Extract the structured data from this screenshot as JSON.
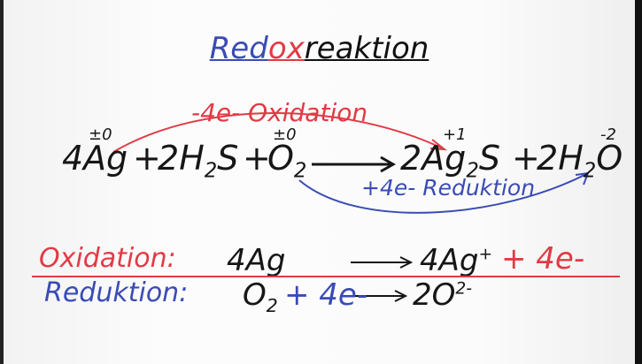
{
  "title": {
    "part1": "Red",
    "part2": "ox",
    "part3": "reaktion"
  },
  "arrows": {
    "oxidation_label": "-4e- Oxidation",
    "reduction_label": "+4e- Reduktion"
  },
  "equation": {
    "ag_coef": "4",
    "ag": "Ag",
    "ag_ox": "±0",
    "plus1": "+",
    "h2s_coef": "2",
    "h2s_h": "H",
    "h2s_sub": "2",
    "h2s_s": "S",
    "plus2": "+",
    "o2": "O",
    "o2_sub": "2",
    "o2_ox": "±0",
    "prod_coef": "2",
    "ag2s_ag": "Ag",
    "ag2s_sub": "2",
    "ag2s_s": "S",
    "ag2s_ox": "+1",
    "plus3": "+",
    "h2o_coef": "2",
    "h2o_h": "H",
    "h2o_sub": "2",
    "h2o_o": "O",
    "h2o_ox": "-2"
  },
  "half_reactions": {
    "ox_label": "Oxidation:",
    "ox_lhs": "4Ag",
    "ox_rhs": "4Ag",
    "ox_rhs_charge": "+",
    "ox_electrons": "+ 4e-",
    "red_label": "Reduktion:",
    "red_o": "O",
    "red_o_sub": "2",
    "red_electrons": "+ 4e-",
    "red_product": "2O",
    "red_product_charge": "2-"
  },
  "colors": {
    "red": "#e23a45",
    "blue": "#3a4bb5",
    "ink": "#161616"
  }
}
